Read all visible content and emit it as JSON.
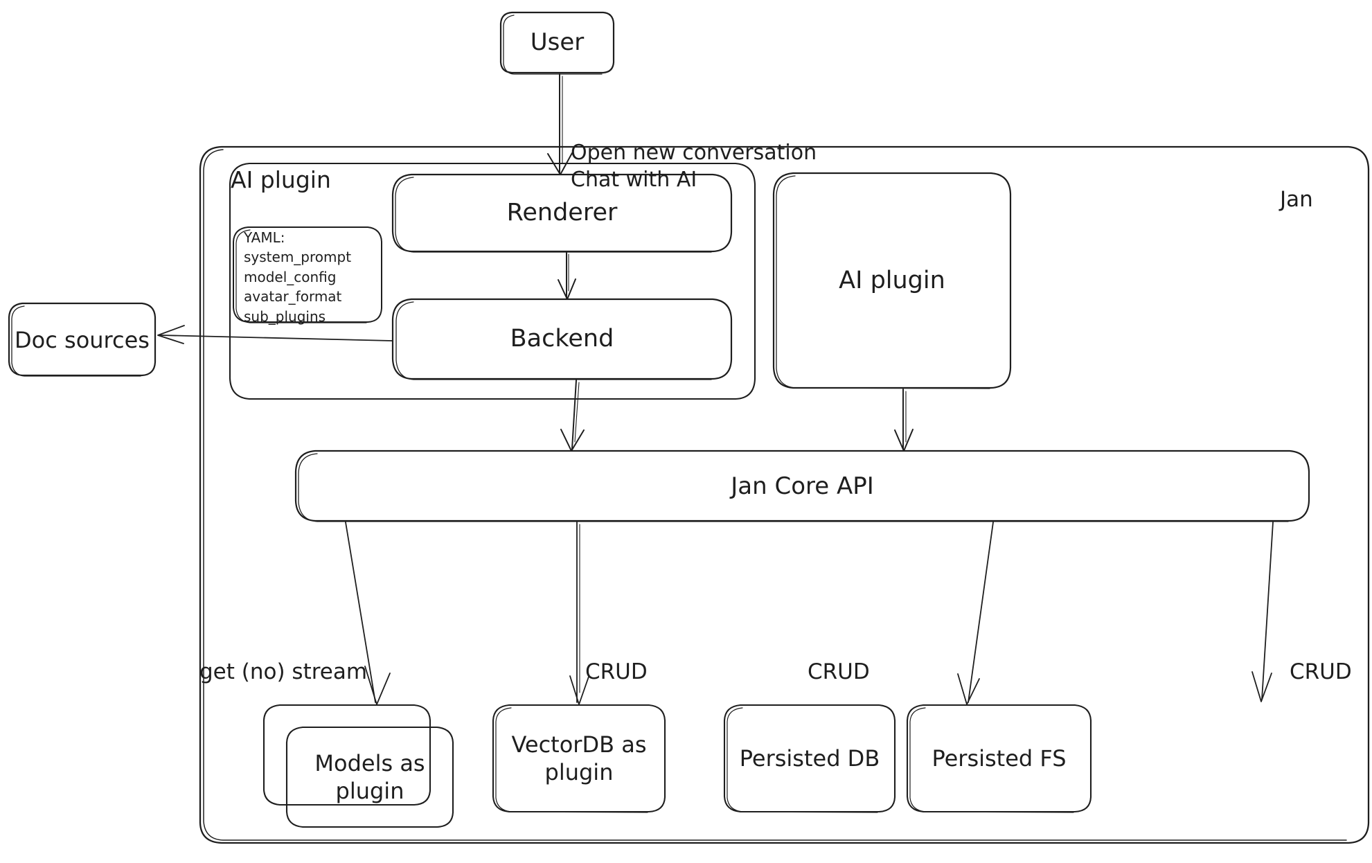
{
  "diagram": {
    "title": "Jan architecture",
    "style": "hand-drawn",
    "stroke_color": "#1e1e1e",
    "background": "#ffffff"
  },
  "nodes": {
    "user": {
      "label": "User"
    },
    "jan_container": {
      "label": "Jan"
    },
    "ai_plugin_group": {
      "label": "AI plugin"
    },
    "yaml_box": {
      "title": "YAML:",
      "items": [
        "system_prompt",
        "model_config",
        "avatar_format",
        "sub_plugins"
      ]
    },
    "renderer": {
      "label": "Renderer"
    },
    "backend": {
      "label": "Backend"
    },
    "ai_plugin_box": {
      "label": "AI plugin"
    },
    "jan_core_api": {
      "label": "Jan Core API"
    },
    "doc_sources": {
      "label": "Doc sources"
    },
    "models_plugin": {
      "label": "Models as\nplugin"
    },
    "vectordb_plugin": {
      "label": "VectorDB as\nplugin"
    },
    "persisted_db": {
      "label": "Persisted DB"
    },
    "persisted_fs": {
      "label": "Persisted FS"
    }
  },
  "edge_labels": {
    "user_to_renderer": "Open new conversation\nChat with AI",
    "core_to_models": "get (no) stream",
    "core_to_vectordb": "CRUD",
    "core_to_persisted_db": "CRUD",
    "core_to_persisted_fs": "CRUD"
  }
}
